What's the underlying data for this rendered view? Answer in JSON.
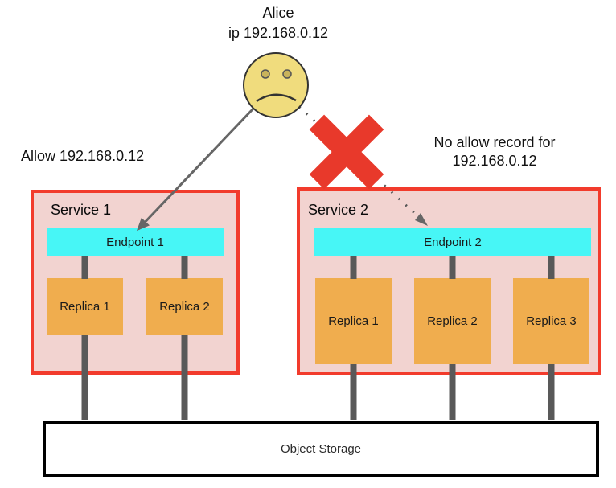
{
  "user": {
    "name": "Alice",
    "ip": "ip 192.168.0.12"
  },
  "annotations": {
    "allow": "Allow 192.168.0.12",
    "no_allow_line1": "No allow record for",
    "no_allow_line2": "192.168.0.12"
  },
  "services": [
    {
      "title": "Service 1",
      "endpoint": "Endpoint 1",
      "replicas": [
        "Replica 1",
        "Replica 2"
      ]
    },
    {
      "title": "Service 2",
      "endpoint": "Endpoint 2",
      "replicas": [
        "Replica 1",
        "Replica 2",
        "Replica 3"
      ]
    }
  ],
  "storage": {
    "label": "Object Storage"
  },
  "icons": {
    "user": "sad-face-icon",
    "blocked": "cross-mark-icon"
  },
  "colors": {
    "service_fill": "#f2d3d0",
    "service_border": "#f23b2c",
    "endpoint_fill": "#47f6f6",
    "replica_fill": "#f0ad4e",
    "connector_gray": "#595959",
    "arrow_gray": "#666666",
    "cross_red": "#e8392b",
    "face_fill": "#f0dc7d",
    "storage_border": "#000000",
    "text_black": "#111111"
  }
}
